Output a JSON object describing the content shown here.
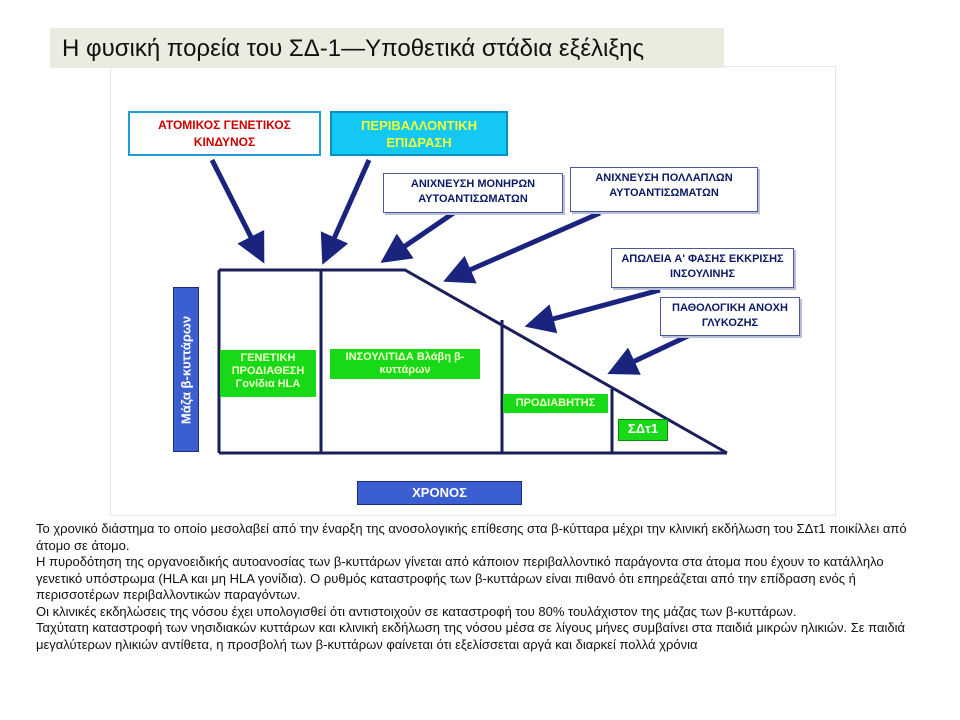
{
  "title": "Η φυσική πορεία του ΣΔ-1—Υποθετικά στάδια εξέλιξης",
  "top_boxes": {
    "genetic_risk": "ΑΤΟΜΙΚΟΣ ΓΕΝΕΤΙΚΟΣ ΚΙΝΔΥΝΟΣ",
    "environmental": "ΠΕΡΙΒΑΛΛΟΝΤΙΚΗ ΕΠΙΔΡΑΣΗ"
  },
  "event_labels": {
    "single_autoantibodies": "ΑΝΙΧΝΕΥΣΗ ΜΟΝΗΡΩΝ ΑΥΤΟΑΝΤΙΣΩΜΑΤΩΝ",
    "multiple_autoantibodies": "ΑΝΙΧΝΕΥΣΗ ΠΟΛΛΑΠΛΩΝ ΑΥΤΟΑΝΤΙΣΩΜΑΤΩΝ",
    "first_phase_loss": "ΑΠΩΛΕΙΑ Α' ΦΑΣΗΣ ΕΚΚΡΙΣΗΣ ΙΝΣΟΥΛΙΝΗΣ",
    "glucose_intolerance": "ΠΑΘΟΛΟΓΙΚΗ ΑΝΟΧΗ ΓΛΥΚΟΖΗΣ"
  },
  "stages": {
    "genetic": "ΓΕΝΕΤΙΚΗ ΠΡΟΔΙΑΘΕΣΗ Γονίδια HLA",
    "insulitis": "ΙΝΣΟΥΛΙΤΙΔΑ Βλάβη β-κυττάρων",
    "prediabetes": "ΠΡΟΔΙΑΒΗΤΗΣ",
    "t1d": "ΣΔτ1"
  },
  "axes": {
    "y": "Μάζα β-κυττάρων",
    "x": "ΧΡΟΝΟΣ"
  },
  "notes": [
    "Το χρονικό διάστημα το οποίο μεσολαβεί από την έναρξη της ανοσολογικής επίθεσης  στα β-κύτταρα μέχρι την κλινική εκδήλωση του ΣΔτ1 ποικίλλει από άτομο σε άτομο.",
    " Η πυροδότηση της οργανοειδικής αυτοανοσίας των β-κυττάρων γίνεται από κάποιον περιβαλλοντικό παράγοντα στα άτομα που έχουν το κατάλληλο γενετικό υπόστρωμα (HLA και μη HLA γονίδια).  Ο ρυθμός καταστροφής των β-κυττάρων είναι πιθανό ότι επηρεάζεται από την επίδραση ενός ή περισσοτέρων περιβαλλοντικών παραγόντων.",
    " Οι κλινικές εκδηλώσεις της νόσου έχει υπολογισθεί ότι αντιστοιχούν σε καταστροφή του 80% τουλάχιστον της μάζας των β-κυττάρων.",
    "Ταχύτατη καταστροφή των νησιδιακών κυττάρων και  κλινική εκδήλωση της νόσου μέσα σε λίγους μήνες συμβαίνει στα παιδιά μικρών ηλικιών. Σε παιδιά μεγαλύτερων ηλικιών αντίθετα, η προσβολή των β-κυττάρων φαίνεται ότι εξελίσσεται αργά και διαρκεί πολλά χρόνια"
  ],
  "colors": {
    "accent_blue": "#3b5ed0",
    "arrow_navy": "#1a237e",
    "stage_green": "#17d917",
    "cyan_fill": "#14c8f5"
  }
}
